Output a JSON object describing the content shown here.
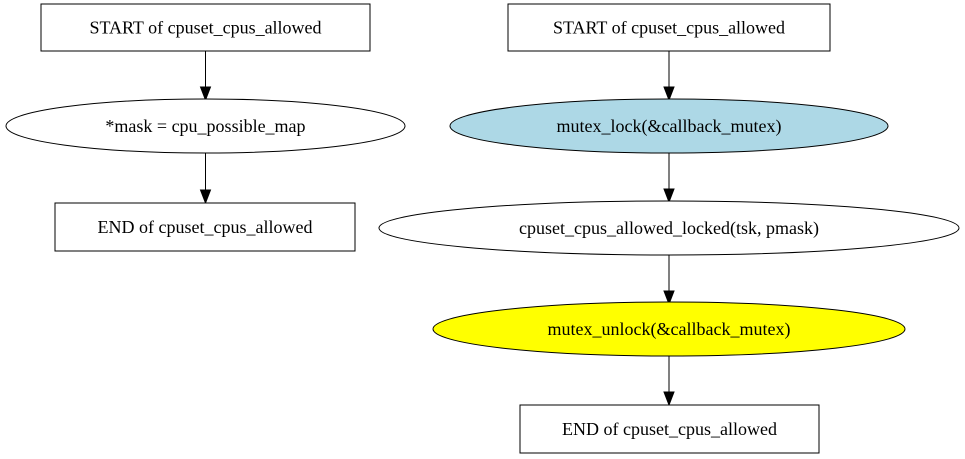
{
  "diagram": {
    "left_flow": {
      "start": {
        "label": "START of cpuset_cpus_allowed"
      },
      "assign": {
        "label": "*mask = cpu_possible_map",
        "fill": "#ffffff"
      },
      "end": {
        "label": "END of cpuset_cpus_allowed"
      }
    },
    "right_flow": {
      "start": {
        "label": "START of cpuset_cpus_allowed"
      },
      "lock": {
        "label": "mutex_lock(&callback_mutex)",
        "fill": "#add8e6"
      },
      "locked_call": {
        "label": "cpuset_cpus_allowed_locked(tsk, pmask)",
        "fill": "#ffffff"
      },
      "unlock": {
        "label": "mutex_unlock(&callback_mutex)",
        "fill": "#ffff00"
      },
      "end": {
        "label": "END of cpuset_cpus_allowed"
      }
    }
  }
}
